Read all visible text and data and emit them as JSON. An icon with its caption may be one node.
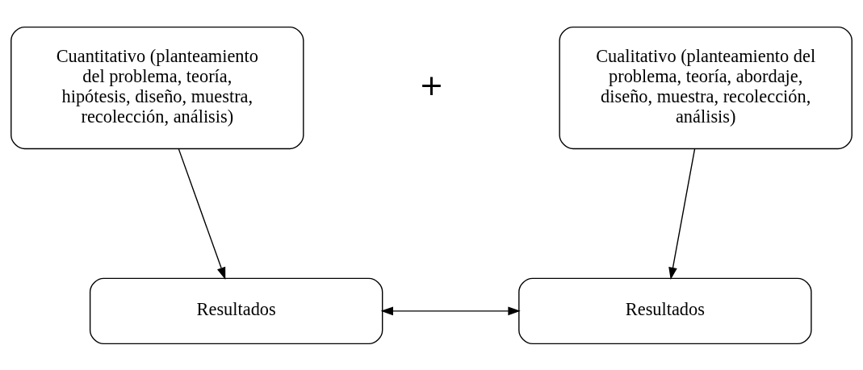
{
  "diagram": {
    "nodes": [
      {
        "text": [
          "Cuantitativo (planteamiento del problema, teoría, hipótesis, diseño, muestra, recolección, análisis)"
        ]
      },
      {
        "text": [
          "Cualitativo (planteamiento del problema, teoría, abordaje, diseño, muestra, recolección, análisis)"
        ]
      },
      {
        "text": [
          "Resultados"
        ]
      },
      {
        "text": [
          "Resultados"
        ]
      }
    ],
    "edges": [
      {
        "from": 0,
        "to": 2,
        "arrow": "to"
      },
      {
        "from": 1,
        "to": 3,
        "arrow": "to"
      },
      {
        "from": 2,
        "to": 3,
        "arrow": "both"
      }
    ],
    "labels": [
      "+"
    ]
  }
}
